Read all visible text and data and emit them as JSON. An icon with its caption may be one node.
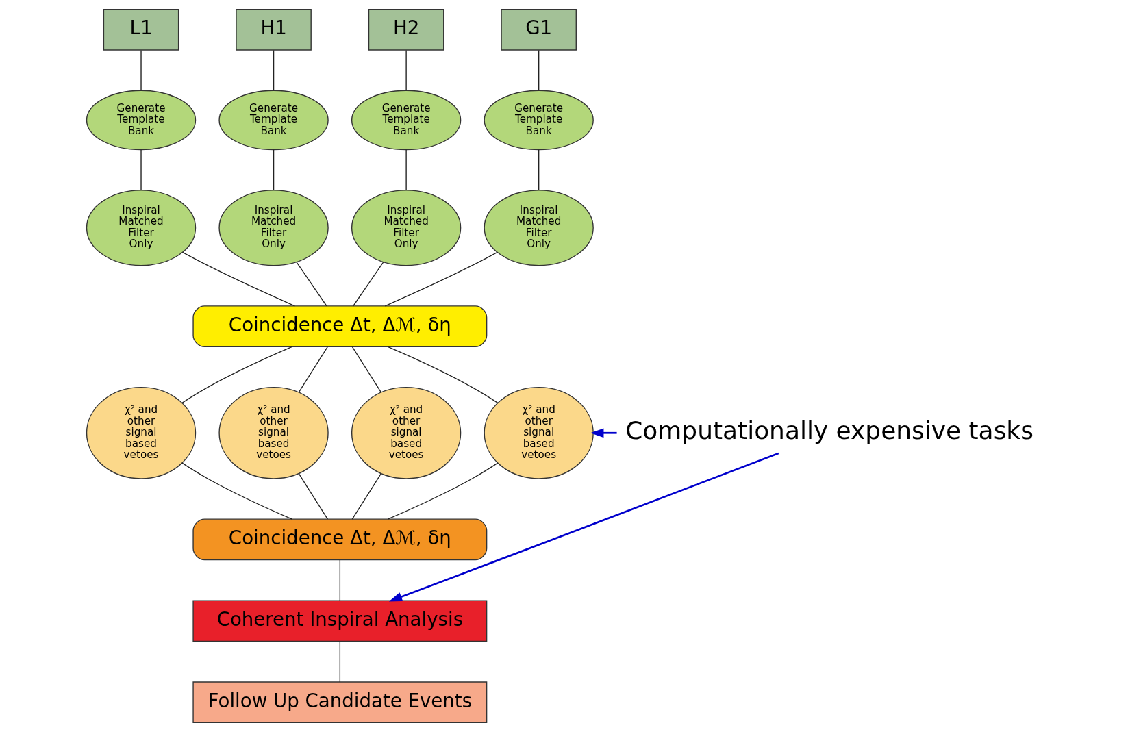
{
  "diagram": {
    "nodes": [
      {
        "text": [
          "L1"
        ]
      },
      {
        "text": [
          "H1"
        ]
      },
      {
        "text": [
          "H2"
        ]
      },
      {
        "text": [
          "G1"
        ]
      },
      {
        "text": [
          "Generate Template Bank"
        ]
      },
      {
        "text": [
          "Generate Template Bank"
        ]
      },
      {
        "text": [
          "Generate Template Bank"
        ]
      },
      {
        "text": [
          "Generate Template Bank"
        ]
      },
      {
        "text": [
          "Inspiral Matched Filter Only"
        ]
      },
      {
        "text": [
          "Inspiral Matched Filter Only"
        ]
      },
      {
        "text": [
          "Inspiral Matched Filter Only"
        ]
      },
      {
        "text": [
          "Inspiral Matched Filter Only"
        ]
      },
      {
        "text": [
          "Coincidence Δt, Δℳ, δη"
        ]
      },
      {
        "text": [
          "χ² and other signal based vetoes"
        ]
      },
      {
        "text": [
          "χ² and other signal based vetoes"
        ]
      },
      {
        "text": [
          "χ² and other signal based vetoes"
        ]
      },
      {
        "text": [
          "χ² and other signal based vetoes"
        ]
      },
      {
        "text": [
          "Coincidence Δt, Δℳ, δη"
        ]
      },
      {
        "text": [
          "Coherent Inspiral Analysis"
        ]
      },
      {
        "text": [
          "Follow Up Candidate Events"
        ]
      },
      {
        "text": [
          "Computationally expensive tasks"
        ]
      }
    ],
    "edges": [
      {
        "from": 0,
        "to": 4,
        "arrow": "none"
      },
      {
        "from": 1,
        "to": 5,
        "arrow": "none"
      },
      {
        "from": 2,
        "to": 6,
        "arrow": "none"
      },
      {
        "from": 3,
        "to": 7,
        "arrow": "none"
      },
      {
        "from": 4,
        "to": 8,
        "arrow": "none"
      },
      {
        "from": 5,
        "to": 9,
        "arrow": "none"
      },
      {
        "from": 6,
        "to": 10,
        "arrow": "none"
      },
      {
        "from": 7,
        "to": 11,
        "arrow": "none"
      },
      {
        "from": 8,
        "to": 12,
        "arrow": "none"
      },
      {
        "from": 9,
        "to": 12,
        "arrow": "none"
      },
      {
        "from": 10,
        "to": 12,
        "arrow": "none"
      },
      {
        "from": 11,
        "to": 12,
        "arrow": "none"
      },
      {
        "from": 12,
        "to": 13,
        "arrow": "none"
      },
      {
        "from": 12,
        "to": 14,
        "arrow": "none"
      },
      {
        "from": 12,
        "to": 15,
        "arrow": "none"
      },
      {
        "from": 12,
        "to": 16,
        "arrow": "none"
      },
      {
        "from": 13,
        "to": 17,
        "arrow": "none"
      },
      {
        "from": 14,
        "to": 17,
        "arrow": "none"
      },
      {
        "from": 15,
        "to": 17,
        "arrow": "none"
      },
      {
        "from": 16,
        "to": 17,
        "arrow": "none"
      },
      {
        "from": 17,
        "to": 18,
        "arrow": "none"
      },
      {
        "from": 18,
        "to": 19,
        "arrow": "none"
      },
      {
        "from": 20,
        "to": 16,
        "arrow": "to",
        "color": "#0000cc"
      },
      {
        "from": 20,
        "to": 18,
        "arrow": "to",
        "color": "#0000cc"
      }
    ]
  }
}
